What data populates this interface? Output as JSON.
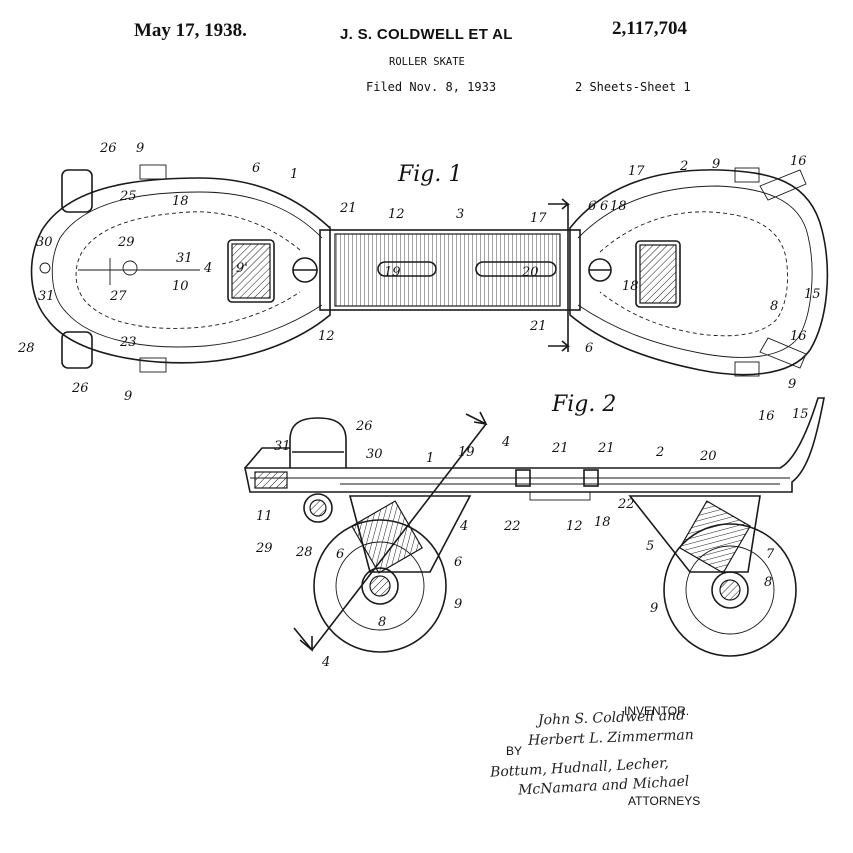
{
  "header": {
    "date": "May 17, 1938.",
    "inventors": "J. S. COLDWELL ET AL",
    "patent_number": "2,117,704",
    "title": "ROLLER SKATE",
    "filed": "Filed Nov. 8, 1933",
    "sheets": "2 Sheets-Sheet 1"
  },
  "figures": {
    "fig1": "Fig. 1",
    "fig2": "Fig. 2"
  },
  "section_markers": {
    "six_top": "6",
    "six_bottom": "6",
    "four_top": "4",
    "four_bottom": "4"
  },
  "fig1_refs": [
    "26",
    "9",
    "25",
    "18",
    "6",
    "1",
    "21",
    "12",
    "3",
    "17",
    "6",
    "18",
    "17",
    "2",
    "9",
    "16",
    "30",
    "29",
    "31",
    "4",
    "9'",
    "19",
    "20",
    "18",
    "15",
    "31",
    "27",
    "10",
    "12",
    "21",
    "28",
    "23",
    "26",
    "9",
    "8",
    "16",
    "9"
  ],
  "fig2_refs": [
    "26",
    "31",
    "30",
    "1",
    "19",
    "21",
    "21",
    "2",
    "20",
    "16",
    "15",
    "11",
    "29",
    "28",
    "22",
    "12",
    "18",
    "22",
    "5",
    "4",
    "6",
    "6",
    "9",
    "8",
    "7",
    "8",
    "9"
  ],
  "signature_block": {
    "inventor_label": "INVENTOR.",
    "inventor_sig_1": "John S. Coldwell and",
    "inventor_sig_2": "Herbert L. Zimmerman",
    "by_label": "BY",
    "attorney_sig_1": "Bottum, Hudnall, Lecher,",
    "attorney_sig_2": "McNamara and Michael",
    "attorneys_label": "ATTORNEYS"
  }
}
